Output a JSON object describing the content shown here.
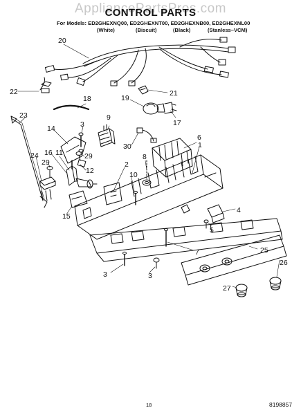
{
  "watermark": "AppliancePartsPros.com",
  "title": "CONTROL PARTS",
  "models_line": "For Models: ED2GHEXNQ00, ED2GHEXNT00, ED2GHEXNB00, ED2GHEXNL00",
  "variants": [
    "(White)",
    "(Biscuit)",
    "(Black)",
    "(Stanless–VCM)"
  ],
  "callouts": [
    "20",
    "22",
    "18",
    "21",
    "19",
    "17",
    "23",
    "14",
    "3",
    "9",
    "30",
    "16",
    "11",
    "29",
    "29",
    "24",
    "12",
    "6",
    "1",
    "8",
    "2",
    "10",
    "15",
    "4",
    "5",
    "7",
    "25",
    "26",
    "27",
    "3",
    "3"
  ],
  "footer": {
    "page_number": "18",
    "doc_number": "8198857"
  }
}
